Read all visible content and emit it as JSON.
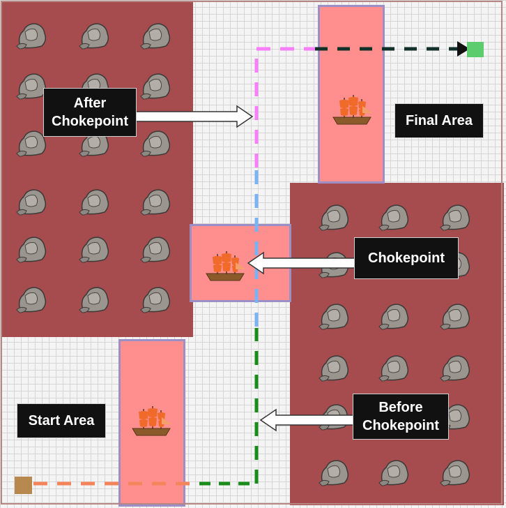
{
  "labels": {
    "after_chokepoint": "After\nChokepoint",
    "final_area": "Final Area",
    "chokepoint": "Chokepoint",
    "start_area": "Start Area",
    "before_chokepoint": "Before\nChokepoint"
  },
  "icons": {
    "rock": "rock-icon",
    "ship": "ship-icon",
    "arrow": "arrow-icon"
  },
  "colors": {
    "rock_zone": "#a64b4e",
    "lane": "#ff8f8f",
    "lane_border": "#9b8fc5",
    "path_orange": "#f4845a",
    "path_green": "#1a8c1a",
    "path_blue": "#7bb2f4",
    "path_pink": "#f77ff7",
    "path_dark": "#12302a",
    "start_marker": "#b8894f",
    "goal_marker": "#5dcc6f"
  }
}
